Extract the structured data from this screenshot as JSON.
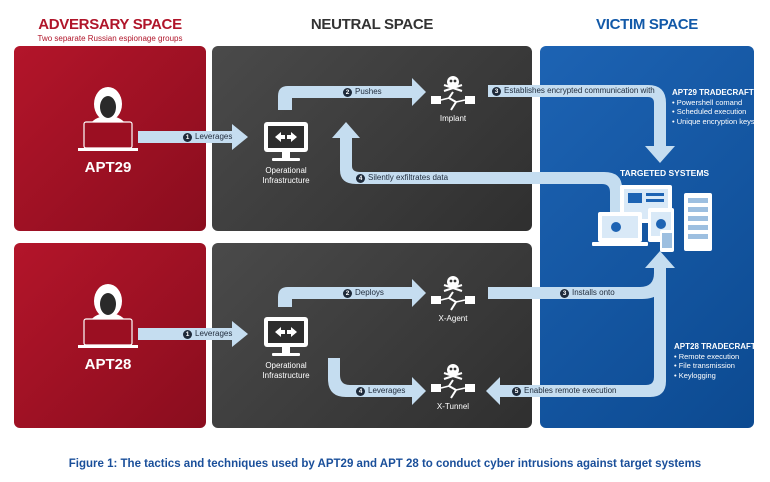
{
  "headers": {
    "adversary": "ADVERSARY SPACE",
    "adversary_sub": "Two separate Russian espionage groups",
    "neutral": "NEUTRAL SPACE",
    "victim": "VICTIM SPACE"
  },
  "actors": {
    "apt29": "APT29",
    "apt28": "APT28"
  },
  "nodes": {
    "infra_top": "Operational\nInfrastructure",
    "infra_bottom": "Operational\nInfrastructure",
    "implant": "Implant",
    "xagent": "X-Agent",
    "xtunnel": "X-Tunnel",
    "targeted_systems": "TARGETED SYSTEMS"
  },
  "steps_top": [
    {
      "num": "1",
      "text": "Leverages"
    },
    {
      "num": "2",
      "text": "Pushes"
    },
    {
      "num": "3",
      "text": "Establishes encrypted communication with"
    },
    {
      "num": "4",
      "text": "Silently exfiltrates data"
    }
  ],
  "steps_bottom": [
    {
      "num": "1",
      "text": "Leverages"
    },
    {
      "num": "2",
      "text": "Deploys"
    },
    {
      "num": "3",
      "text": "Installs onto"
    },
    {
      "num": "4",
      "text": "Leverages"
    },
    {
      "num": "5",
      "text": "Enables remote execution"
    }
  ],
  "tradecraft_apt29": {
    "title": "APT29 TRADECRAFT",
    "items": [
      "• Powershell comand",
      "• Scheduled execution",
      "• Unique encryption keys"
    ]
  },
  "tradecraft_apt28": {
    "title": "APT28 TRADECRAFT",
    "items": [
      "• Remote execution",
      "• File transmission",
      "• Keylogging"
    ]
  },
  "caption": "Figure 1: The tactics and techniques used by APT29 and APT 28 to conduct cyber intrusions against target systems",
  "colors": {
    "adversary": "#b3152a",
    "neutral": "#3d3d3d",
    "victim": "#1259a8",
    "arrow": "#c5ddf0",
    "caption": "#1a4f9a"
  }
}
